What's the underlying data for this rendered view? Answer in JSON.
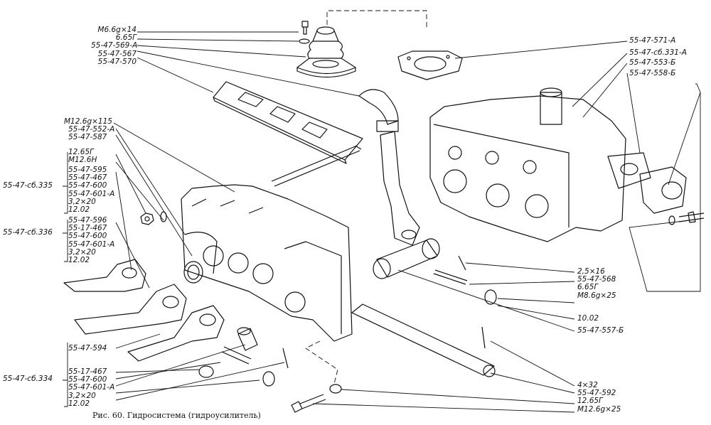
{
  "caption": "Рис. 60. Гидросистема (гидроусилитель)",
  "labels_left_top": [
    "М6.6g×14",
    "6.65Г",
    "55-47-569-А",
    "55-47-567",
    "55-47-570"
  ],
  "labels_left_mid": [
    "М12.6g×115",
    "55-47-552-А",
    "55-47-587",
    "12.65Г",
    "М12.6Н"
  ],
  "group_335": {
    "name": "55-47-сб.335",
    "items": [
      "55-47-595",
      "55-47-467",
      "55-47-600",
      "55-47-601-А",
      "3,2×20",
      "12.02"
    ]
  },
  "group_336": {
    "name": "55-47-сб.336",
    "items": [
      "55-47-596",
      "55-17-467",
      "55-47-600",
      "55-47-601-А",
      "3,2×20",
      "12.02"
    ]
  },
  "group_334": {
    "name": "55-47-сб.334",
    "top": "55-47-594",
    "items": [
      "55-17-467",
      "55-47-600",
      "55-47-601-А",
      "3,2×20",
      "12.02"
    ]
  },
  "labels_right_top": [
    "55-47-571-А",
    "55-47-сб.331-А",
    "55-47-553-Б",
    "55-47-558-Б"
  ],
  "labels_right_mid": [
    "2,5×16",
    "55-47-568",
    "6.65Г",
    "М8.6g×25",
    "10.02",
    "55-47-557-Б"
  ],
  "labels_right_bottom": [
    "4×32",
    "55-47-592",
    "12.65Г",
    "М12.6g×25"
  ]
}
